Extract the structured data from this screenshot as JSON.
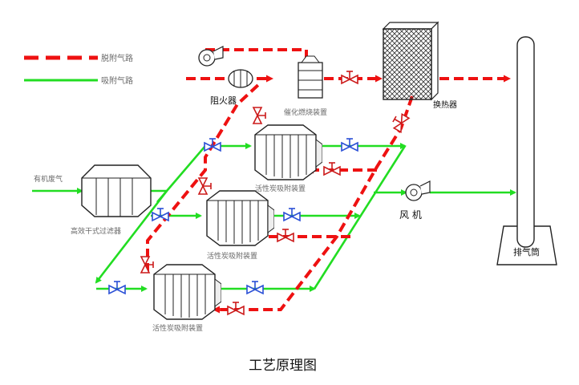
{
  "legend": {
    "desorb_label": "脱附气路",
    "adsorb_label": "吸附气路"
  },
  "labels": {
    "flame_arrester": "阻火器",
    "catalytic_combustion": "催化燃烧装置",
    "heat_exchanger": "换热器",
    "organic_gas_inlet": "有机废气",
    "filter": "高效干式过滤器",
    "carbon_adsorber_1": "活性炭吸附装置",
    "carbon_adsorber_2": "活性炭吸附装置",
    "carbon_adsorber_3": "活性炭吸附装置",
    "fan": "风 机",
    "chimney": "排气筒"
  },
  "title": "工艺原理图",
  "colors": {
    "desorb": "#ee1111",
    "adsorb": "#22dd22",
    "valve_blue": "#2a4fd6",
    "valve_red": "#cc1a1a"
  }
}
